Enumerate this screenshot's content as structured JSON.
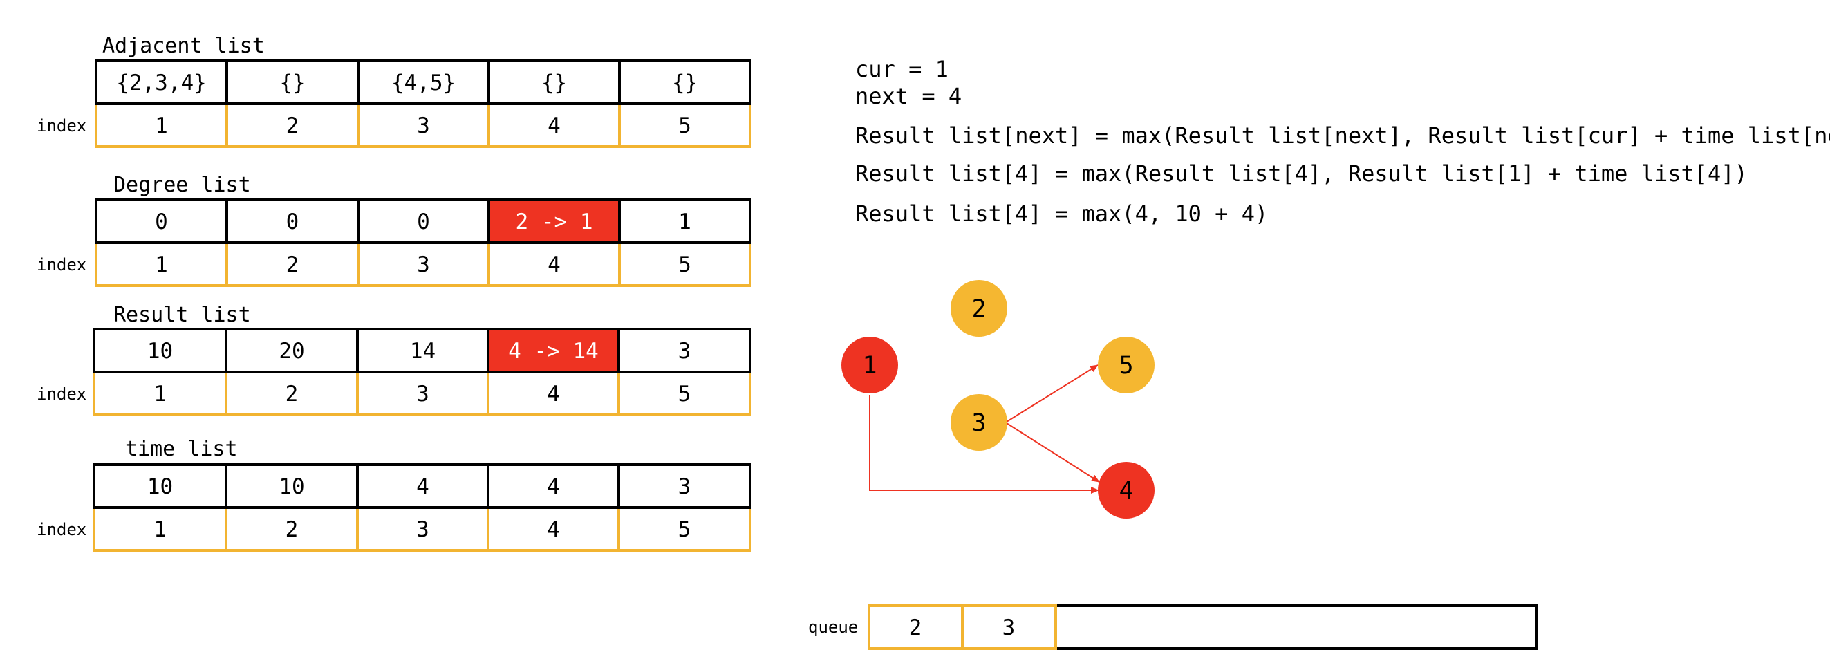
{
  "colors": {
    "highlight": "#EE3322",
    "node_yellow": "#F5B731",
    "node_red": "#EE3322",
    "index_border": "#F2B431",
    "edge": "#EE3322"
  },
  "index_label": "index",
  "tables": [
    {
      "title": "Adjacent list",
      "values": [
        "{2,3,4}",
        "{}",
        "{4,5}",
        "{}",
        "{}"
      ],
      "index": [
        "1",
        "2",
        "3",
        "4",
        "5"
      ],
      "highlight": [
        false,
        false,
        false,
        false,
        false
      ]
    },
    {
      "title": "Degree list",
      "values": [
        "0",
        "0",
        "0",
        "2 -> 1",
        "1"
      ],
      "index": [
        "1",
        "2",
        "3",
        "4",
        "5"
      ],
      "highlight": [
        false,
        false,
        false,
        true,
        false
      ]
    },
    {
      "title": "Result list",
      "values": [
        "10",
        "20",
        "14",
        "4 -> 14",
        "3"
      ],
      "index": [
        "1",
        "2",
        "3",
        "4",
        "5"
      ],
      "highlight": [
        false,
        false,
        false,
        true,
        false
      ]
    },
    {
      "title": "time list",
      "values": [
        "10",
        "10",
        "4",
        "4",
        "3"
      ],
      "index": [
        "1",
        "2",
        "3",
        "4",
        "5"
      ],
      "highlight": [
        false,
        false,
        false,
        false,
        false
      ]
    }
  ],
  "info": {
    "cur": "cur = 1",
    "next": "next = 4",
    "formula1": "Result list[next] = max(Result list[next], Result list[cur] + time list[next])",
    "formula2": "Result list[4] = max(Result list[4], Result list[1] + time list[4])",
    "formula3": "Result list[4] = max(4, 10 + 4)"
  },
  "graph": {
    "nodes": [
      {
        "id": "1",
        "label": "1",
        "color": "red"
      },
      {
        "id": "2",
        "label": "2",
        "color": "yellow"
      },
      {
        "id": "3",
        "label": "3",
        "color": "yellow"
      },
      {
        "id": "4",
        "label": "4",
        "color": "red"
      },
      {
        "id": "5",
        "label": "5",
        "color": "yellow"
      }
    ],
    "edges": [
      {
        "from": "1",
        "to": "4"
      },
      {
        "from": "3",
        "to": "5"
      },
      {
        "from": "3",
        "to": "4"
      }
    ]
  },
  "queue": {
    "label": "queue",
    "items": [
      "2",
      "3"
    ]
  }
}
